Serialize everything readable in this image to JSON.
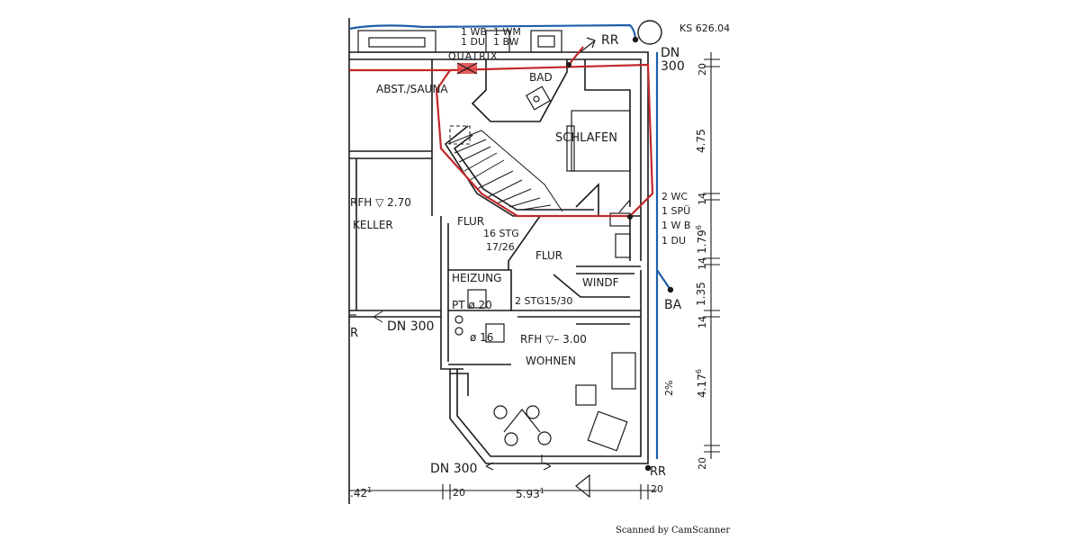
{
  "header": {
    "pipe_code": "KS 626.04",
    "fixtures_top_1": "1 WB",
    "fixtures_top_2": "1 DU",
    "fixtures_top_3": "1 WM",
    "fixtures_top_4": "1 BW",
    "quatrix": "QUATRIX",
    "rr_top": "RR",
    "dn_top_1": "DN",
    "dn_top_2": "300"
  },
  "rooms": {
    "abst_sauna": "ABST./SAUNA",
    "bad": "BAD",
    "schlafen": "SCHLAFEN",
    "flur_1": "FLUR",
    "flur_2": "FLUR",
    "stair_main_1": "16 STG",
    "stair_main_2": "17/26",
    "keller": "KELLER",
    "rfh_keller": "RFH ▽ 2.70",
    "heizung": "HEIZUNG",
    "pt_1": "PT ø 20",
    "pt_2": "ø 16",
    "windf": "WINDF",
    "stair_small": "2 STG15/30",
    "rfh_wohnen": "RFH ▽– 3.00",
    "wohnen": "WOHNEN"
  },
  "right_fixtures": {
    "f1": "2 WC",
    "f2": "1 SPÜ",
    "f3": "1 W B",
    "f4": "1 DU"
  },
  "labels": {
    "ba": "BA",
    "slope": "2%",
    "rr_bottom": "RR",
    "dn_left": "DN 300",
    "r_left": "R",
    "dn_bottom": "DN 300",
    "dim_bottom_left": ".42",
    "dim_bottom_left_sup": "1",
    "dim_bottom_20a": "20",
    "dim_bottom_mid": "5.93",
    "dim_bottom_mid_sup": "1",
    "dim_bottom_20b": "20"
  },
  "dimensions_right": {
    "d1": "20",
    "d2": "4.75",
    "d3": "14",
    "d4": "1.79",
    "d4_sup": "6",
    "d5": "14",
    "d6": "1.35",
    "d7": "14",
    "d8": "4.17",
    "d8_sup": "6",
    "d9": "20"
  },
  "footer": {
    "scanned": "Scanned by CamScanner"
  },
  "colors": {
    "ink": "#1a1a1a",
    "blue_pipe": "#1f5fa8",
    "red_pipe": "#c0282a"
  }
}
